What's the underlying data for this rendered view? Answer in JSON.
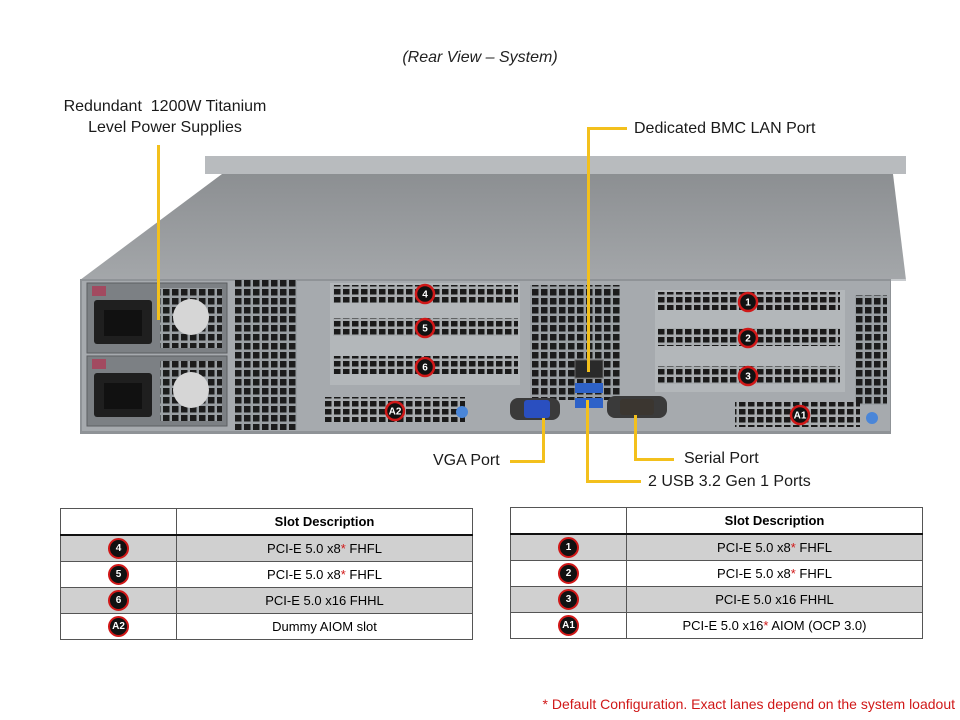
{
  "title": "(Rear View – System)",
  "callouts": {
    "psu": [
      "Redundant  1200W Titanium",
      "Level Power Supplies"
    ],
    "bmc_lan": "Dedicated BMC LAN Port",
    "vga": "VGA Port",
    "serial": "Serial Port",
    "usb": "2 USB 3.2 Gen 1 Ports"
  },
  "server_slot_badges": [
    "4",
    "5",
    "6",
    "A2",
    "1",
    "2",
    "3",
    "A1"
  ],
  "colors": {
    "callout_line": "#f3c01c",
    "badge_ring": "#d01818",
    "badge_fill": "#111111",
    "row_shade": "#d0d0d0",
    "footnote": "#d01818"
  },
  "tables": [
    {
      "header": [
        "",
        "Slot Description"
      ],
      "rows": [
        {
          "slot": "4",
          "desc": "PCI-E 5.0 x8",
          "star": "*",
          "suffix": " FHFL"
        },
        {
          "slot": "5",
          "desc": "PCI-E 5.0 x8",
          "star": "*",
          "suffix": " FHFL"
        },
        {
          "slot": "6",
          "desc": "PCI-E 5.0 x16 FHHL",
          "star": "",
          "suffix": ""
        },
        {
          "slot": "A2",
          "desc": "Dummy AIOM slot",
          "star": "",
          "suffix": ""
        }
      ]
    },
    {
      "header": [
        "",
        "Slot Description"
      ],
      "rows": [
        {
          "slot": "1",
          "desc": "PCI-E 5.0 x8",
          "star": "*",
          "suffix": " FHFL"
        },
        {
          "slot": "2",
          "desc": "PCI-E 5.0 x8",
          "star": "*",
          "suffix": " FHFL"
        },
        {
          "slot": "3",
          "desc": "PCI-E 5.0 x16 FHHL",
          "star": "",
          "suffix": ""
        },
        {
          "slot": "A1",
          "desc": "PCI-E 5.0 x16",
          "star": "*",
          "suffix": " AIOM (OCP 3.0)"
        }
      ]
    }
  ],
  "footnote": "* Default Configuration. Exact lanes depend on the system loadout"
}
